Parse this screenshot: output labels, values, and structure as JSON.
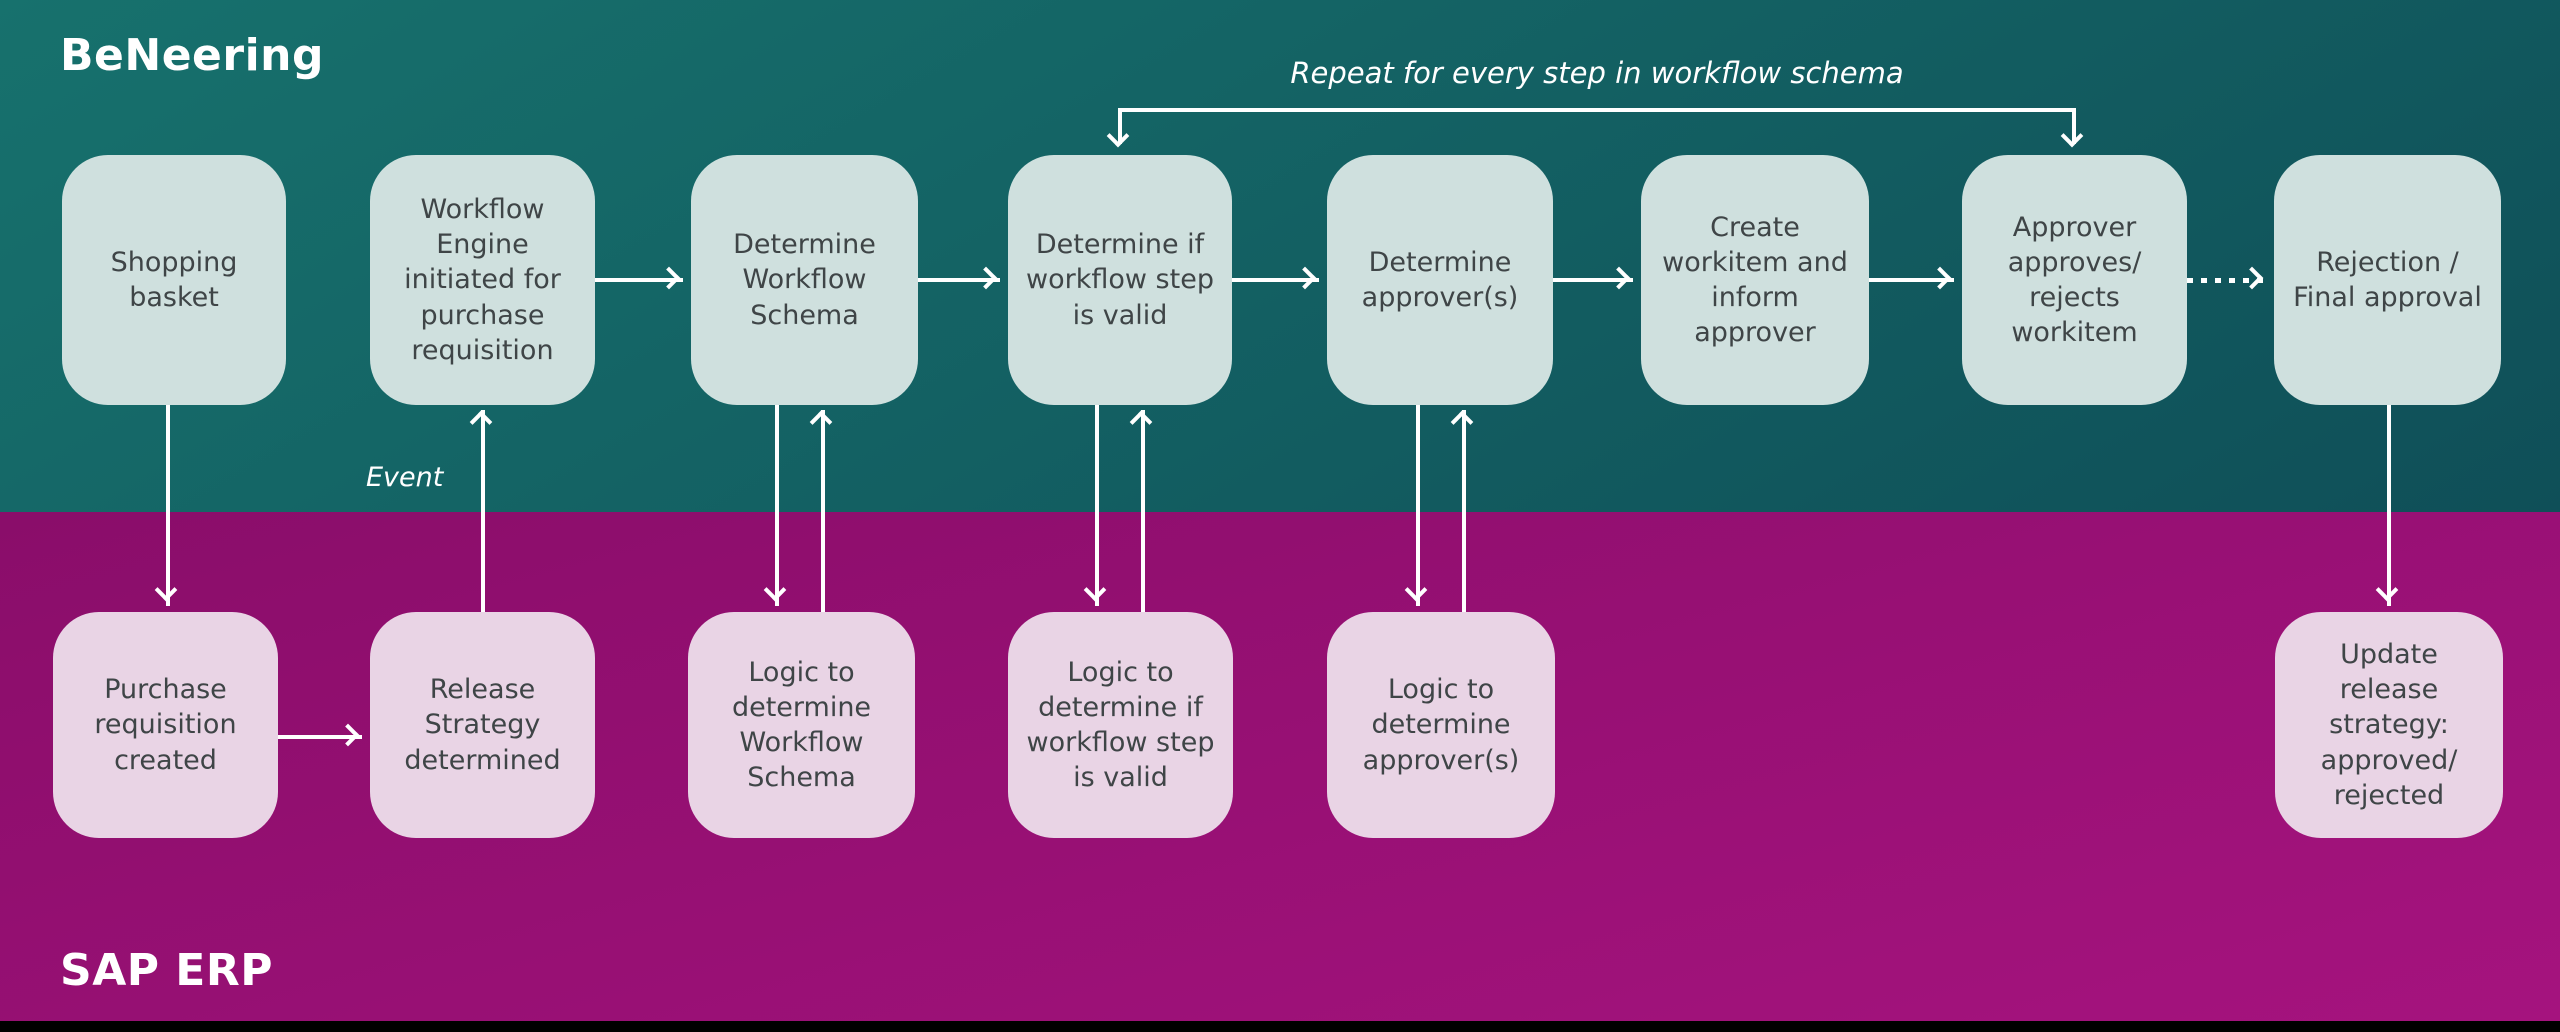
{
  "lanes": {
    "top": {
      "title": "BeNeering"
    },
    "bottom": {
      "title": "SAP ERP"
    }
  },
  "annotations": {
    "repeat_loop": "Repeat for every step in workflow schema",
    "event": "Event"
  },
  "nodes": {
    "shopping_basket": {
      "label": "Shopping basket"
    },
    "workflow_engine": {
      "label": "Workflow Engine initiated for purchase requisition"
    },
    "determine_schema": {
      "label": "Determine Workflow Schema"
    },
    "determine_step_valid": {
      "label": "Determine if workflow step is valid"
    },
    "determine_approvers": {
      "label": "Determine approver(s)"
    },
    "create_workitem": {
      "label": "Create workitem and inform approver"
    },
    "approver_decides": {
      "label": "Approver approves/ rejects workitem"
    },
    "rejection_final": {
      "label": "Rejection / Final approval"
    },
    "purchase_requisition": {
      "label": "Purchase requisition created"
    },
    "release_strategy": {
      "label": "Release Strategy determined"
    },
    "logic_schema": {
      "label": "Logic to determine Workflow Schema"
    },
    "logic_step_valid": {
      "label": "Logic to determine if workflow step is valid"
    },
    "logic_approvers": {
      "label": "Logic to determine approver(s)"
    },
    "update_release": {
      "label": "Update release strategy: approved/ rejected"
    }
  },
  "colors": {
    "lane_top_start": "#17716d",
    "lane_top_end": "#0f4f58",
    "lane_bottom_start": "#8a0d6a",
    "lane_bottom_end": "#a5137e",
    "node_top_fill": "#cfe0de",
    "node_bottom_fill": "#e9d4e5",
    "node_text": "#3f4547",
    "connector": "#ffffff",
    "footer_bar": "#000000"
  }
}
